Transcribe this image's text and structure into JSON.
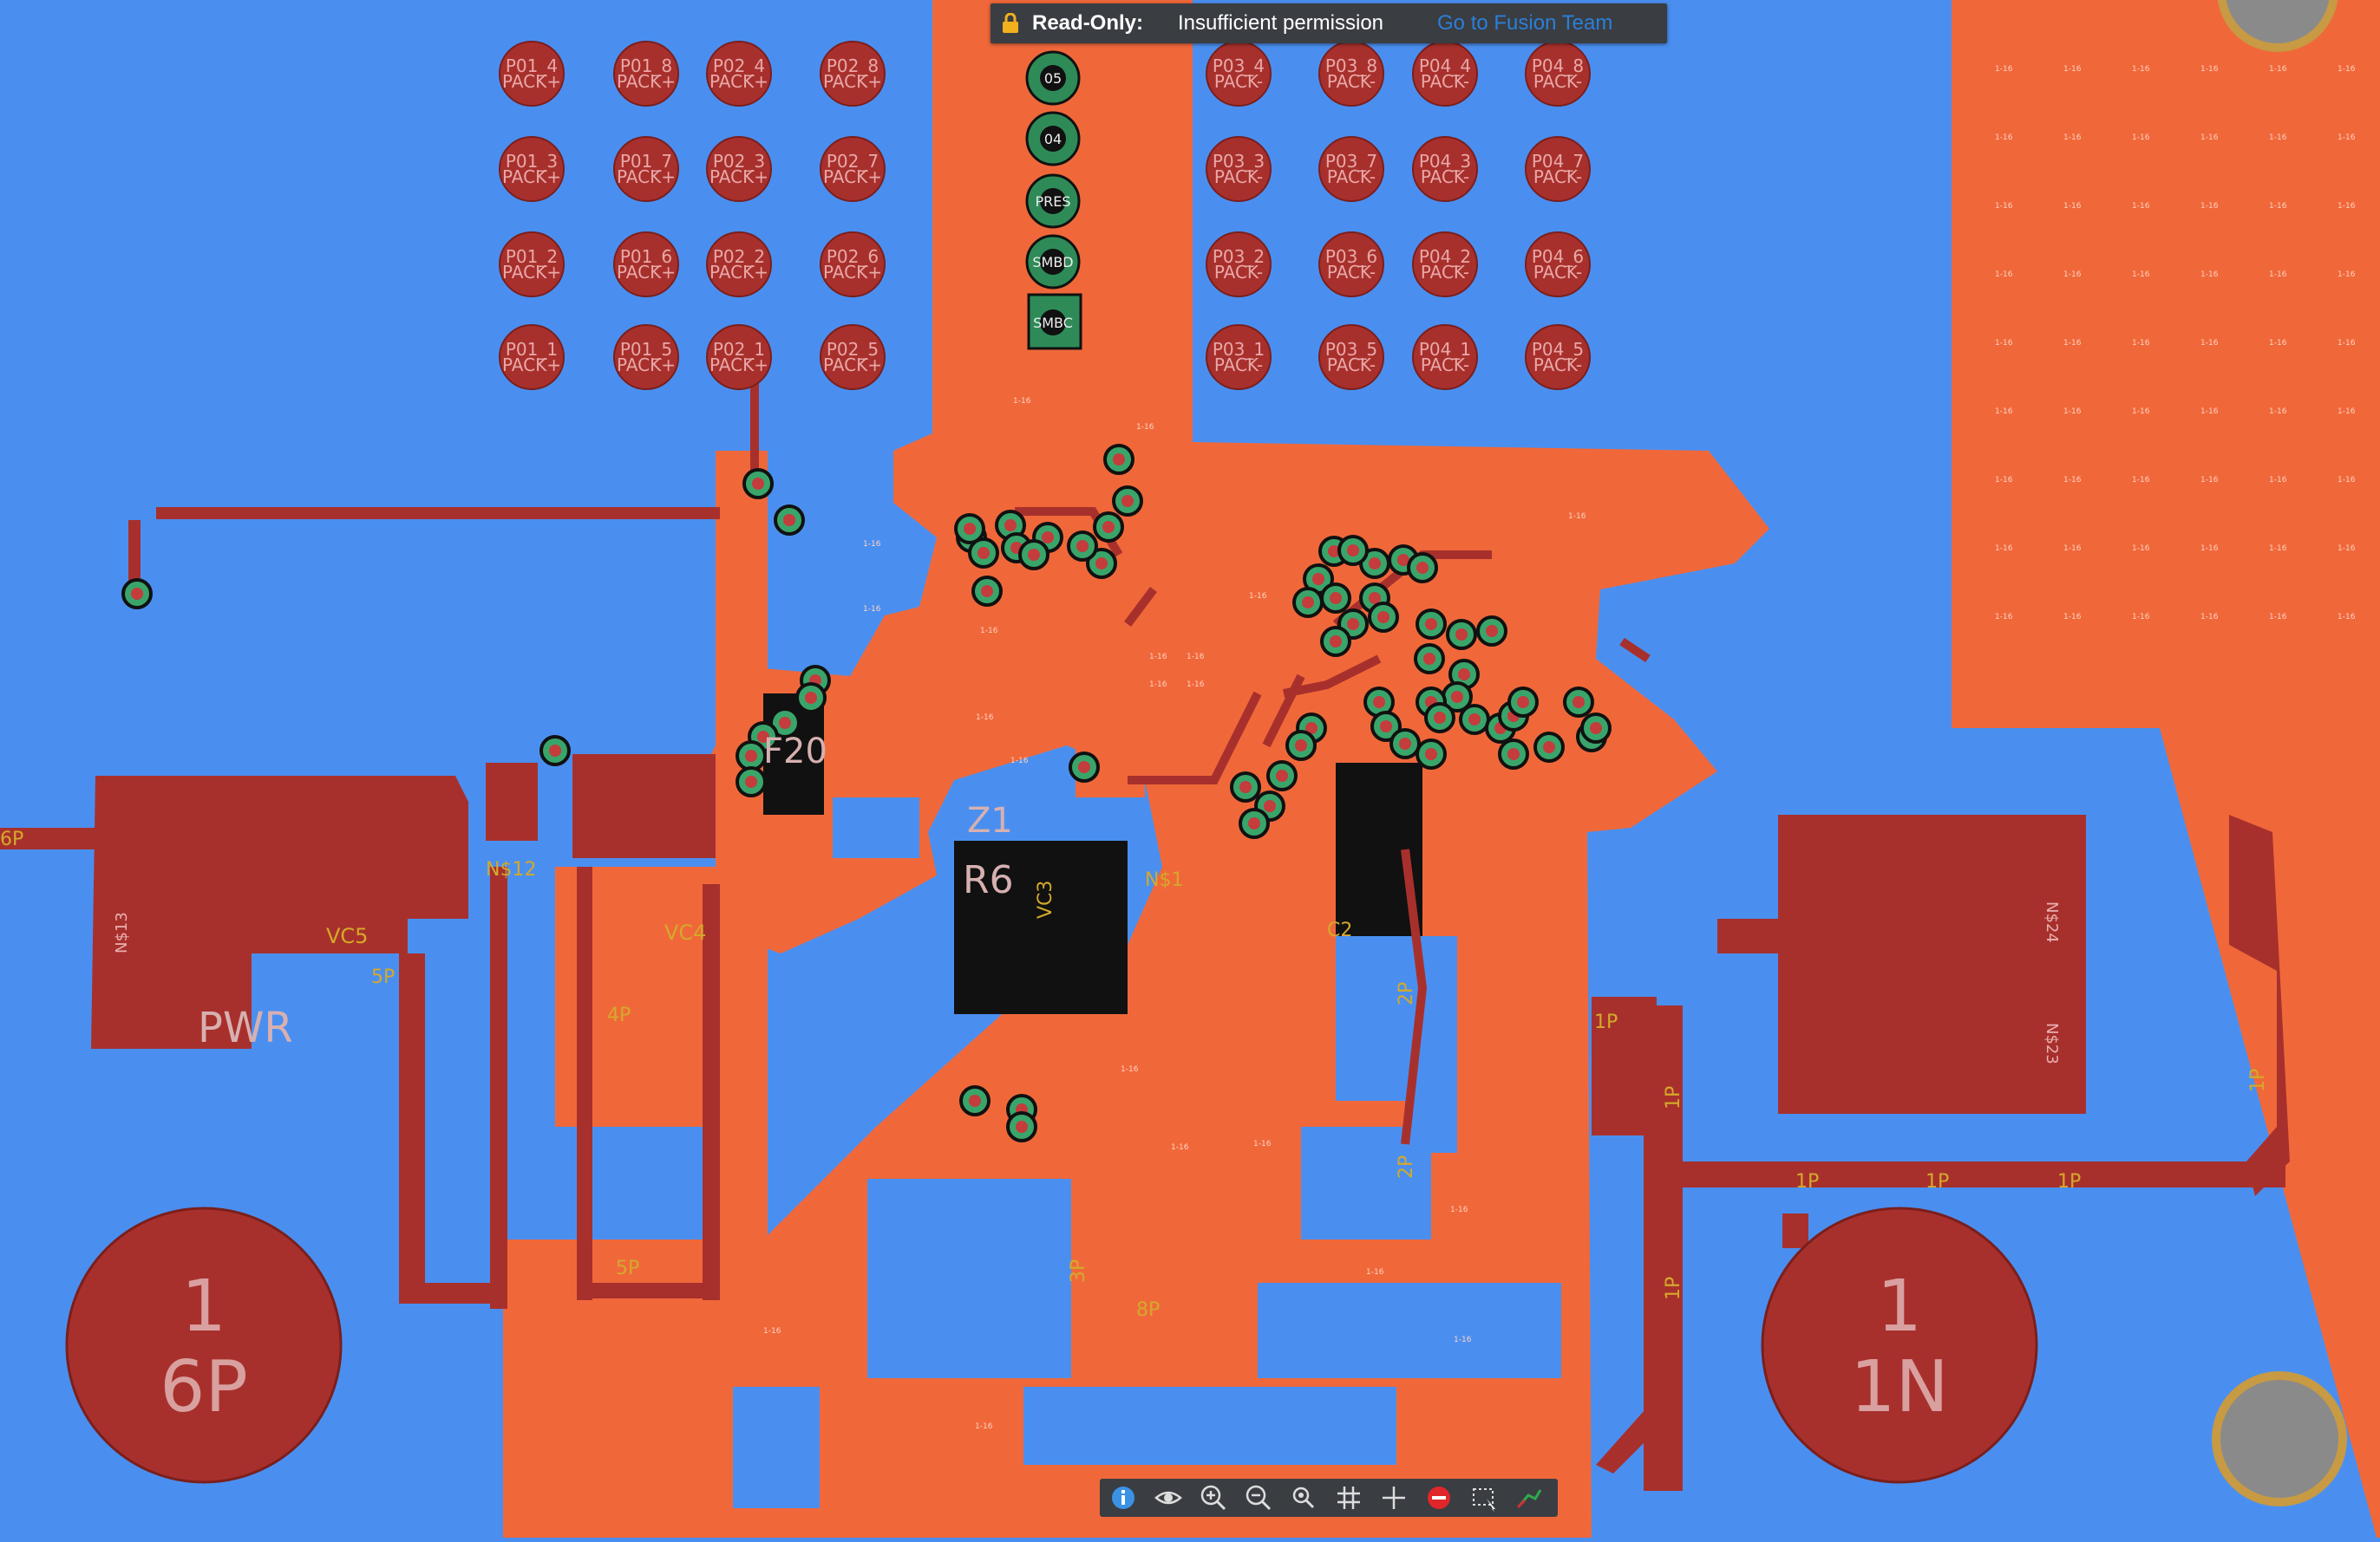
{
  "banner": {
    "mode": "Read-Only:",
    "message": "Insufficient permission",
    "link": "Go to Fusion Team"
  },
  "pads_top": {
    "pack_plus": [
      [
        "P01_4",
        "PACK+"
      ],
      [
        "P01_8",
        "PACK+"
      ],
      [
        "P02_4",
        "PACK+"
      ],
      [
        "P02_8",
        "PACK+"
      ],
      [
        "P01_3",
        "PACK+"
      ],
      [
        "P01_7",
        "PACK+"
      ],
      [
        "P02_3",
        "PACK+"
      ],
      [
        "P02_7",
        "PACK+"
      ],
      [
        "P01_2",
        "PACK+"
      ],
      [
        "P01_6",
        "PACK+"
      ],
      [
        "P02_2",
        "PACK+"
      ],
      [
        "P02_6",
        "PACK+"
      ],
      [
        "P01_1",
        "PACK+"
      ],
      [
        "P01_5",
        "PACK+"
      ],
      [
        "P02_1",
        "PACK+"
      ],
      [
        "P02_5",
        "PACK+"
      ]
    ],
    "pack_minus": [
      [
        "P03_4",
        "PACK-"
      ],
      [
        "P03_8",
        "PACK-"
      ],
      [
        "P04_4",
        "PACK-"
      ],
      [
        "P04_8",
        "PACK-"
      ],
      [
        "P03_3",
        "PACK-"
      ],
      [
        "P03_7",
        "PACK-"
      ],
      [
        "P04_3",
        "PACK-"
      ],
      [
        "P04_7",
        "PACK-"
      ],
      [
        "P03_2",
        "PACK-"
      ],
      [
        "P03_6",
        "PACK-"
      ],
      [
        "P04_2",
        "PACK-"
      ],
      [
        "P04_6",
        "PACK-"
      ],
      [
        "P03_1",
        "PACK-"
      ],
      [
        "P03_5",
        "PACK-"
      ],
      [
        "P04_1",
        "PACK-"
      ],
      [
        "P04_5",
        "PACK-"
      ]
    ]
  },
  "header_pins": [
    "05",
    "04",
    "PRES",
    "SMBD",
    "SMBC"
  ],
  "big_pads": {
    "left": {
      "num": "1",
      "net": "6P"
    },
    "right": {
      "num": "1",
      "net": "1N"
    }
  },
  "net_tag": "1-16",
  "silkscreen": {
    "pwr": "PWR",
    "vc5": "VC5",
    "vc4": "VC4",
    "vc3": "VC3",
    "n12": "N$12",
    "n13": "N$13",
    "n24": "N$24",
    "n23": "N$23",
    "n1": "N$1",
    "r6": "R6",
    "f20": "F20",
    "c2": "C2",
    "z1": "Z1",
    "left_edge": "6P",
    "p5": "5P",
    "p4": "4P",
    "p3": "3P",
    "p2": "2P",
    "p1": "1P",
    "p8": "8P"
  },
  "toolbar": [
    "info-icon",
    "eye-icon",
    "zoom-in-icon",
    "zoom-out-icon",
    "zoom-fit-icon",
    "grid-icon",
    "crosshair-icon",
    "stop-icon",
    "select-icon",
    "route-icon"
  ]
}
